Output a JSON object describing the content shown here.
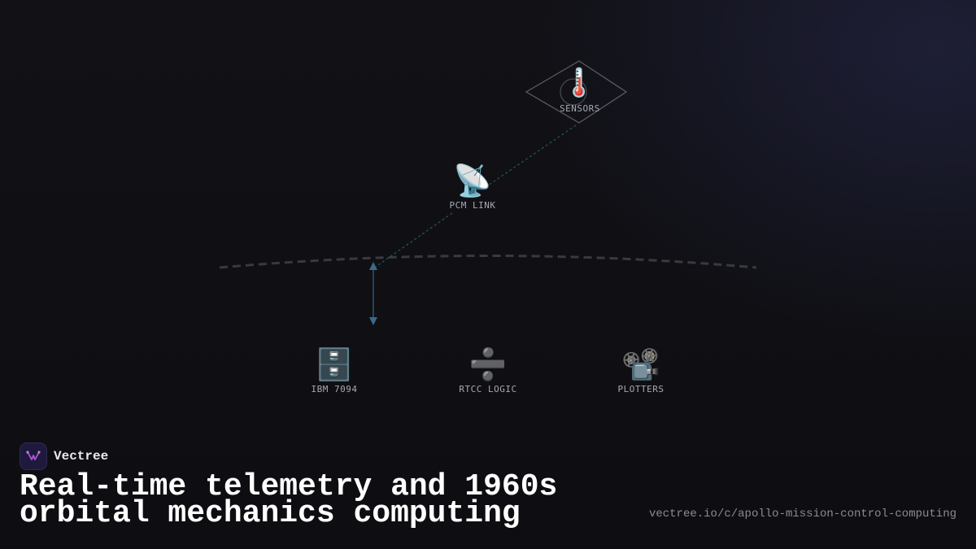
{
  "diagram": {
    "nodes": [
      {
        "id": "sensors",
        "label": "SENSORS",
        "icon": "thermometer-icon",
        "glyph": "🌡️",
        "shape": "diamond"
      },
      {
        "id": "pcm-link",
        "label": "PCM LINK",
        "icon": "satellite-antenna-icon",
        "glyph": "📡"
      },
      {
        "id": "ibm-7094",
        "label": "IBM 7094",
        "icon": "file-cabinet-icon",
        "glyph": "🗄️"
      },
      {
        "id": "rtcc-logic",
        "label": "RTCC LOGIC",
        "icon": "divide-icon",
        "glyph": "➗"
      },
      {
        "id": "plotters",
        "label": "PLOTTERS",
        "icon": "film-projector-icon",
        "glyph": "📽️"
      }
    ],
    "edges": [
      {
        "from": "sensors",
        "to": "pcm-link",
        "style": "dotted",
        "color": "#1f5a5a"
      },
      {
        "from": "pcm-link",
        "to": "ibm-7094",
        "style": "dotted",
        "color": "#1f5a5a"
      },
      {
        "from": "boundary",
        "to": "ibm-7094",
        "style": "solid-bidirectional",
        "color": "#3b6a8a"
      }
    ],
    "boundary": {
      "style": "dashed-arc",
      "color": "#3a3a3e"
    }
  },
  "brand": {
    "name": "Vectree",
    "logo_icon": "vectree-logo-icon",
    "accent": "#b455d8"
  },
  "headline": {
    "line1": "Real-time telemetry and 1960s",
    "line2": "orbital mechanics computing"
  },
  "url": "vectree.io/c/apollo-mission-control-computing"
}
